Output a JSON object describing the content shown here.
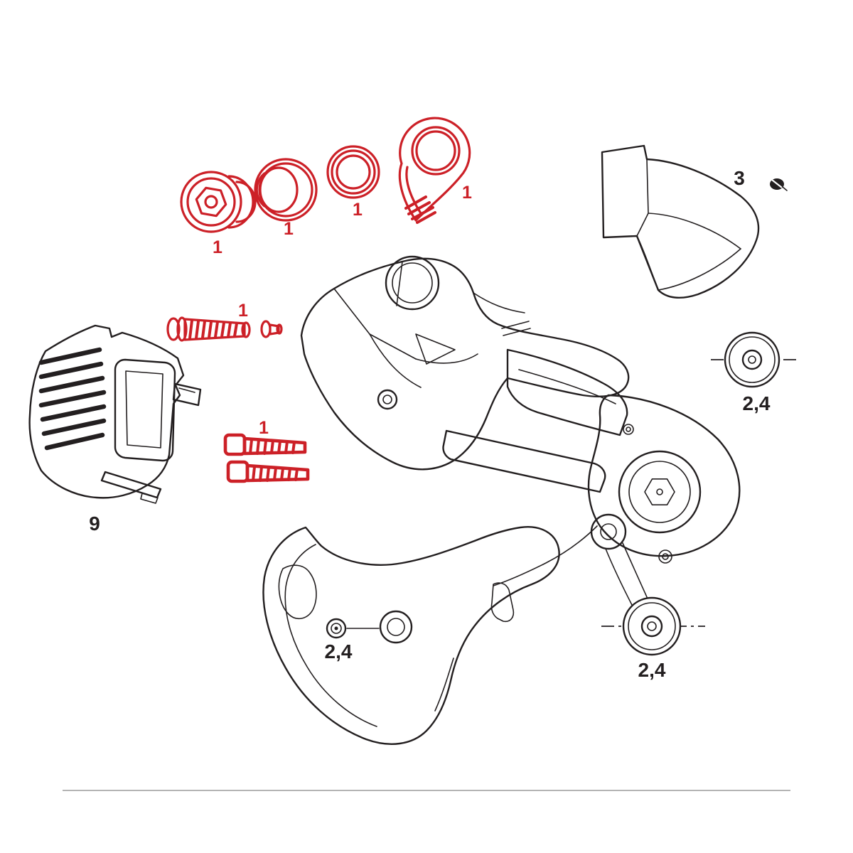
{
  "diagram": {
    "title": "Rear derailleur exploded parts diagram",
    "colors": {
      "line": "#231f20",
      "highlight_red": "#cc2027",
      "background": "#ffffff",
      "divider": "#9b9b9b"
    },
    "labels": [
      {
        "part": "adjuster-plug",
        "text": "1",
        "highlighted": true
      },
      {
        "part": "barrel-cylinder",
        "text": "1",
        "highlighted": true
      },
      {
        "part": "seal-ring",
        "text": "1",
        "highlighted": true
      },
      {
        "part": "teardrop-cover",
        "text": "1",
        "highlighted": true
      },
      {
        "part": "pivot-bolt",
        "text": "1",
        "highlighted": true
      },
      {
        "part": "mount-bolts",
        "text": "1",
        "highlighted": true
      },
      {
        "part": "outer-cover",
        "text": "3",
        "highlighted": false
      },
      {
        "part": "battery-cover",
        "text": "9",
        "highlighted": false
      },
      {
        "part": "upper-pulley",
        "text": "2,4",
        "highlighted": false
      },
      {
        "part": "cage-bolt",
        "text": "2,4",
        "highlighted": false
      },
      {
        "part": "lower-pulley",
        "text": "2,4",
        "highlighted": false
      }
    ]
  }
}
